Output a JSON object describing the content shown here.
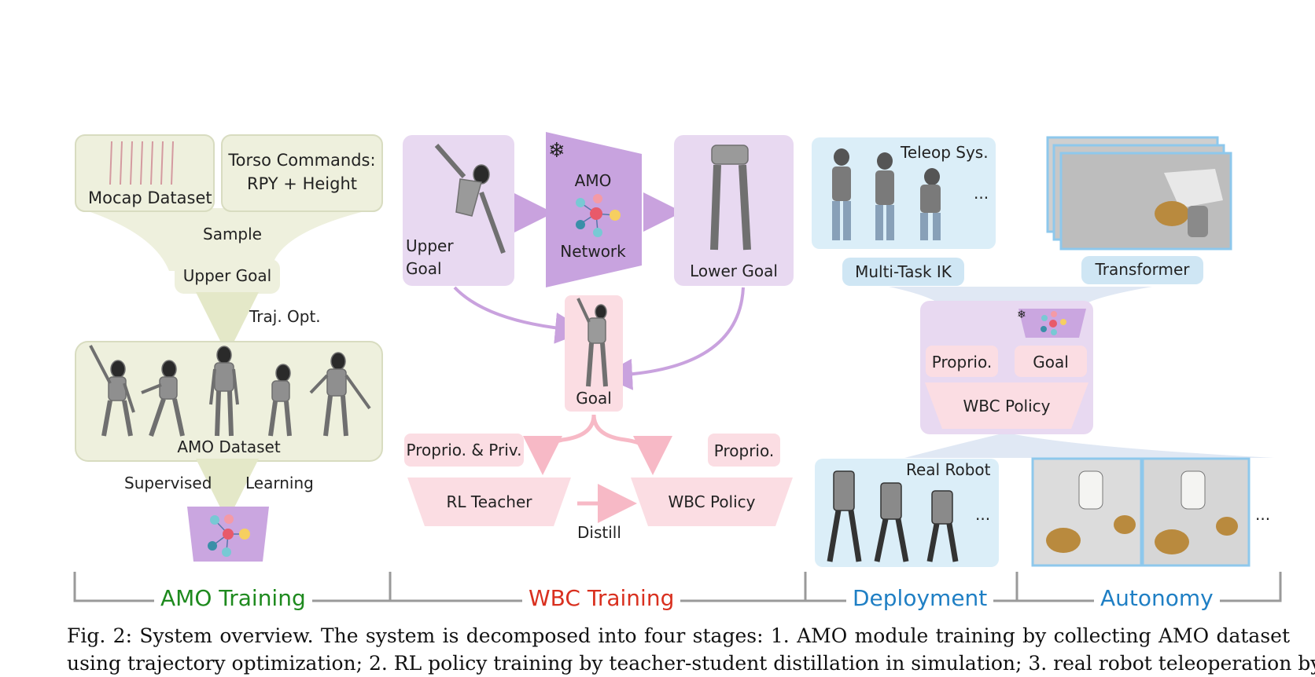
{
  "amo_training": {
    "mocap_dataset": "Mocap Dataset",
    "torso_line1": "Torso Commands:",
    "torso_line2": "RPY + Height",
    "sample": "Sample",
    "upper_goal": "Upper Goal",
    "traj_opt": "Traj. Opt.",
    "amo_dataset": "AMO Dataset",
    "supervised": "Supervised",
    "learning": "Learning"
  },
  "wbc_training": {
    "upper_goal_1": "Upper",
    "upper_goal_2": "Goal",
    "amo": "AMO",
    "network": "Network",
    "lower_goal": "Lower Goal",
    "goal": "Goal",
    "proprio_priv": "Proprio. & Priv.",
    "proprio": "Proprio.",
    "rl_teacher": "RL Teacher",
    "wbc_policy": "WBC Policy",
    "distill": "Distill"
  },
  "deployment": {
    "teleop_sys": "Teleop Sys.",
    "ellipsis": "...",
    "multi_task_ik": "Multi-Task IK",
    "transformer": "Transformer",
    "proprio": "Proprio.",
    "goal": "Goal",
    "wbc_policy": "WBC Policy",
    "real_robot": "Real Robot"
  },
  "stages": [
    {
      "label": "AMO Training",
      "color": "#1e8a1e"
    },
    {
      "label": "WBC Training",
      "color": "#d9301f"
    },
    {
      "label": "Deployment",
      "color": "#1f7fc4"
    },
    {
      "label": "Autonomy",
      "color": "#1f7fc4"
    }
  ],
  "caption": {
    "line1": "Fig. 2: System overview. The system is decomposed into four stages: 1. AMO module training by collecting AMO dataset",
    "line2": "using trajectory optimization; 2. RL policy training by teacher-student distillation in simulation; 3. real robot teleoperation by"
  },
  "colors": {
    "green_box": "#eef0dd",
    "purple_box": "#e8d9f1",
    "purple_dark": "#caa6e0",
    "pink_box": "#fbdde3",
    "blue_box": "#dbeef8",
    "arrow_green": "#e4e8c8",
    "arrow_purple": "#c9a2de",
    "arrow_pink": "#f7b9c6"
  }
}
